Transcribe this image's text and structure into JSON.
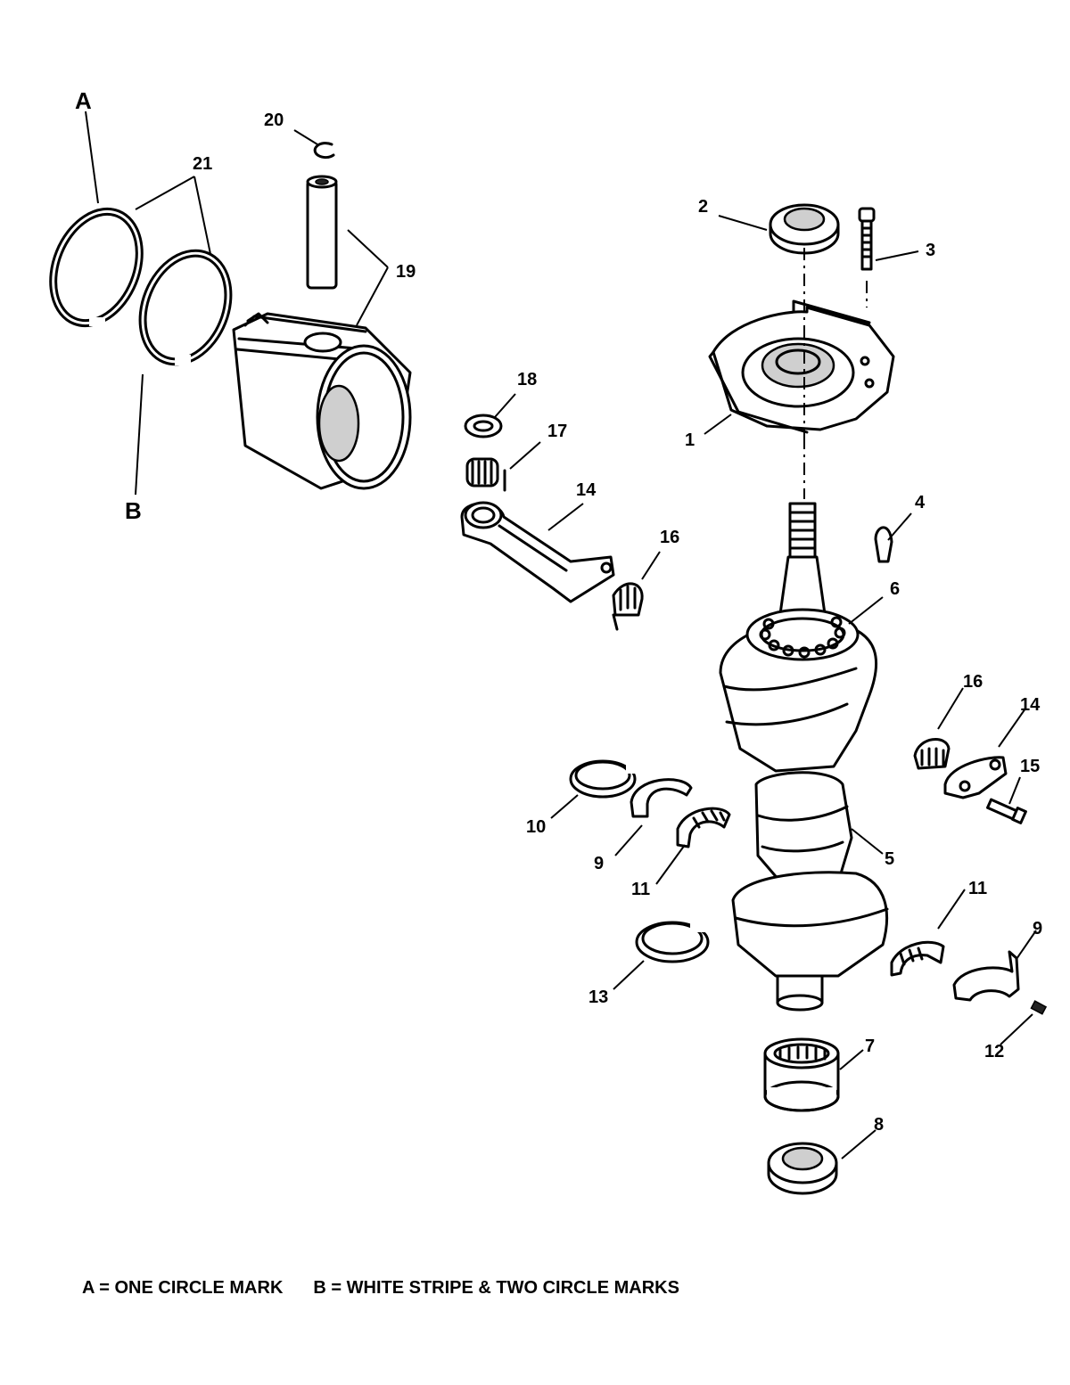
{
  "labels": {
    "A": "A",
    "B": "B",
    "n1": "1",
    "n2": "2",
    "n3": "3",
    "n4": "4",
    "n5": "5",
    "n6": "6",
    "n7": "7",
    "n8": "8",
    "n9a": "9",
    "n9b": "9",
    "n10": "10",
    "n11a": "11",
    "n11b": "11",
    "n12": "12",
    "n13": "13",
    "n14a": "14",
    "n14b": "14",
    "n15": "15",
    "n16a": "16",
    "n16b": "16",
    "n17": "17",
    "n18": "18",
    "n19": "19",
    "n20": "20",
    "n21": "21"
  },
  "legend": {
    "a": "A = ONE CIRCLE MARK",
    "b": "B = WHITE STRIPE & TWO CIRCLE MARKS"
  }
}
